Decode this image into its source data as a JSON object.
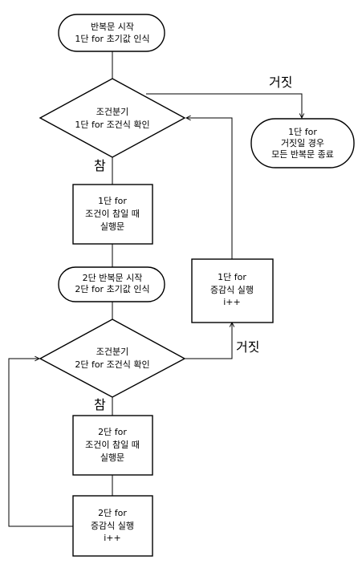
{
  "diagram": {
    "nodes": {
      "start_outer": [
        "반복문 시작",
        "1단 for 초기값 인식"
      ],
      "cond_outer": [
        "조건분기",
        "1단 for 조건식 확인"
      ],
      "end": [
        "1단 for",
        "거짓일 경우",
        "모든 반복문 종료"
      ],
      "body_outer": [
        "1단 for",
        "조건이 참일 때",
        "실행문"
      ],
      "start_inner": [
        "2단 반복문 시작",
        "2단 for 초기값 인식"
      ],
      "inc_outer": [
        "1단 for",
        "증감식 실행",
        "i++"
      ],
      "cond_inner": [
        "조건분기",
        "2단 for 조건식 확인"
      ],
      "body_inner": [
        "2단 for",
        "조건이 참일 때",
        "실행문"
      ],
      "inc_inner": [
        "2단 for",
        "증감식 실행",
        "i++"
      ]
    },
    "edge_labels": {
      "outer_false": "거짓",
      "outer_true": "참",
      "inner_false": "거짓",
      "inner_true": "참"
    }
  }
}
